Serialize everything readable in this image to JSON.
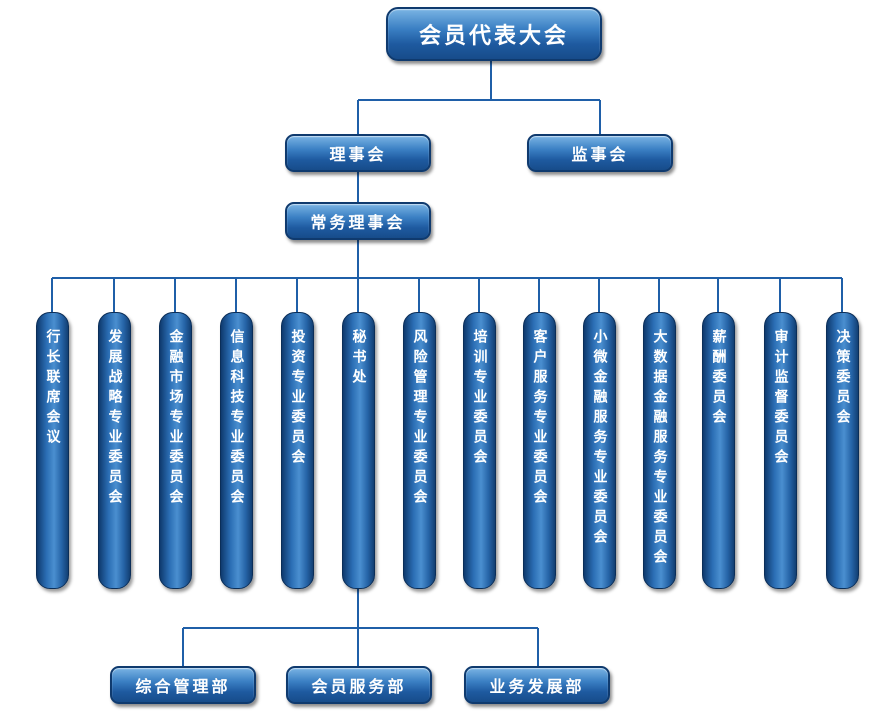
{
  "diagram": {
    "top": "会员代表大会",
    "council": "理事会",
    "supervisors": "监事会",
    "standing": "常务理事会",
    "committees": [
      "行长联席会议",
      "发展战略专业委员会",
      "金融市场专业委员会",
      "信息科技专业委员会",
      "投资专业委员会",
      "秘书处",
      "风险管理专业委员会",
      "培训专业委员会",
      "客户服务专业委员会",
      "小微金融服务专业委员会",
      "大数据金融服务专业委员会",
      "薪酬委员会",
      "审计监督委员会",
      "决策委员会"
    ],
    "departments": [
      "综合管理部",
      "会员服务部",
      "业务发展部"
    ],
    "colors": {
      "box": "#2a6db3",
      "border": "#0f3a6e",
      "line": "#1f5fa8",
      "text": "#ffffff"
    }
  }
}
